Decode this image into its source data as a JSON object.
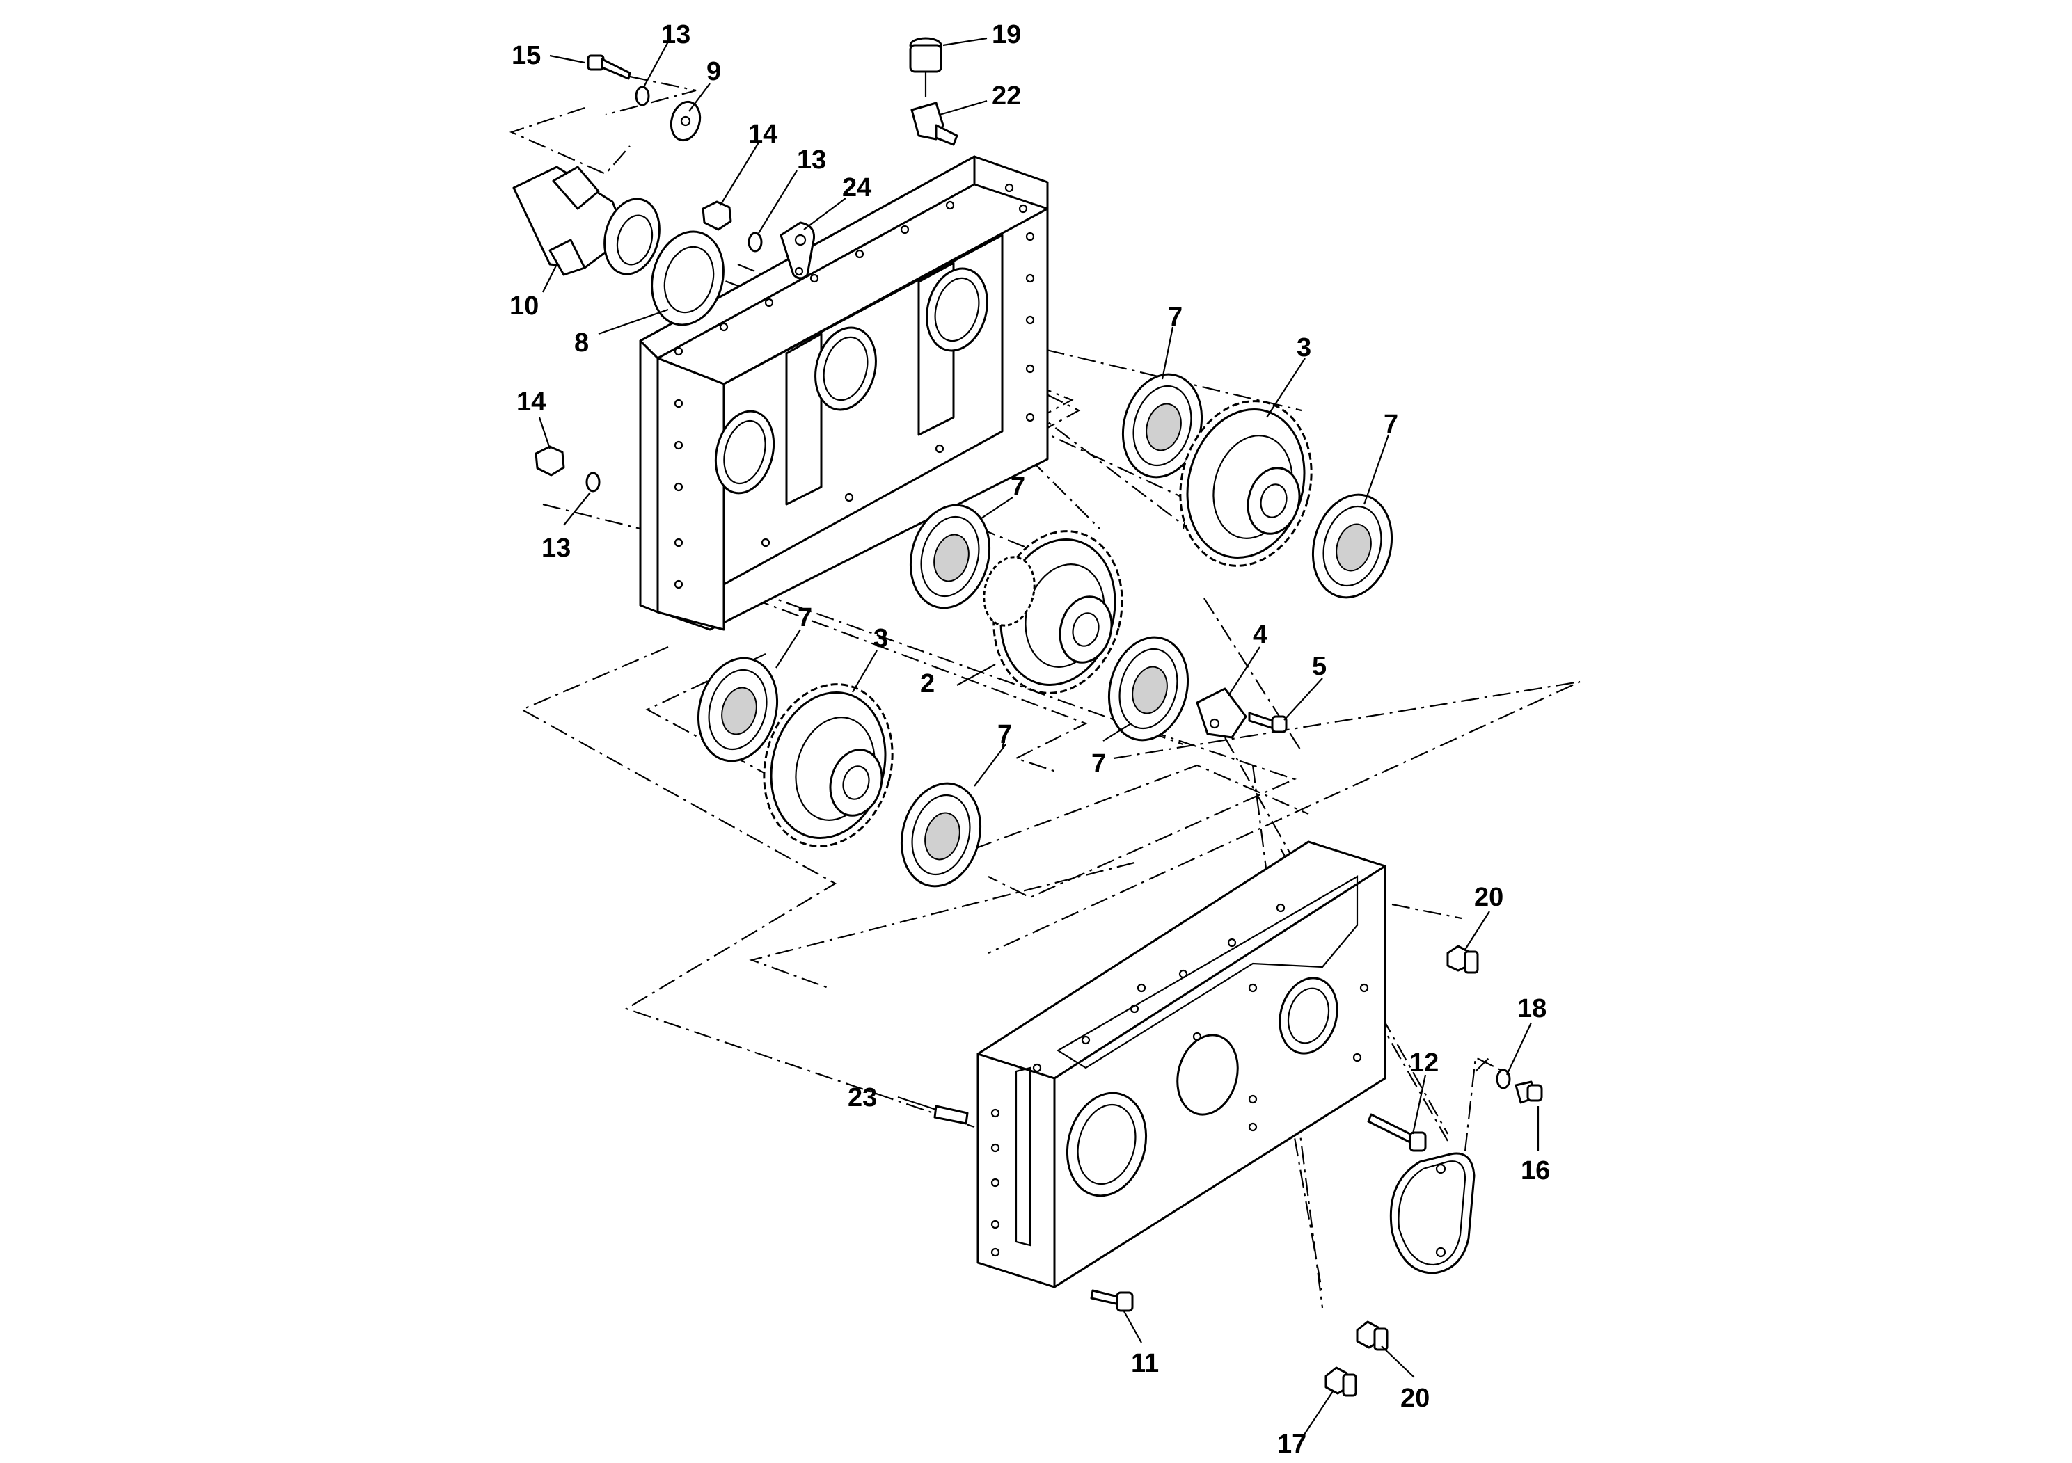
{
  "diagram": {
    "callouts": {
      "c15": "15",
      "c13a": "13",
      "c9": "9",
      "c19": "19",
      "c22": "22",
      "c14a": "14",
      "c13b": "13",
      "c24": "24",
      "c10": "10",
      "c8": "8",
      "c14b": "14",
      "c13c": "13",
      "c7a": "7",
      "c3a": "3",
      "c7b": "7",
      "c7c": "7",
      "c7d": "7",
      "c3b": "3",
      "c2": "2",
      "c4": "4",
      "c5": "5",
      "c7e": "7",
      "c7f": "7",
      "c20a": "20",
      "c18": "18",
      "c12": "12",
      "c23": "23",
      "c16": "16",
      "c11": "11",
      "c20b": "20",
      "c17": "17"
    }
  }
}
